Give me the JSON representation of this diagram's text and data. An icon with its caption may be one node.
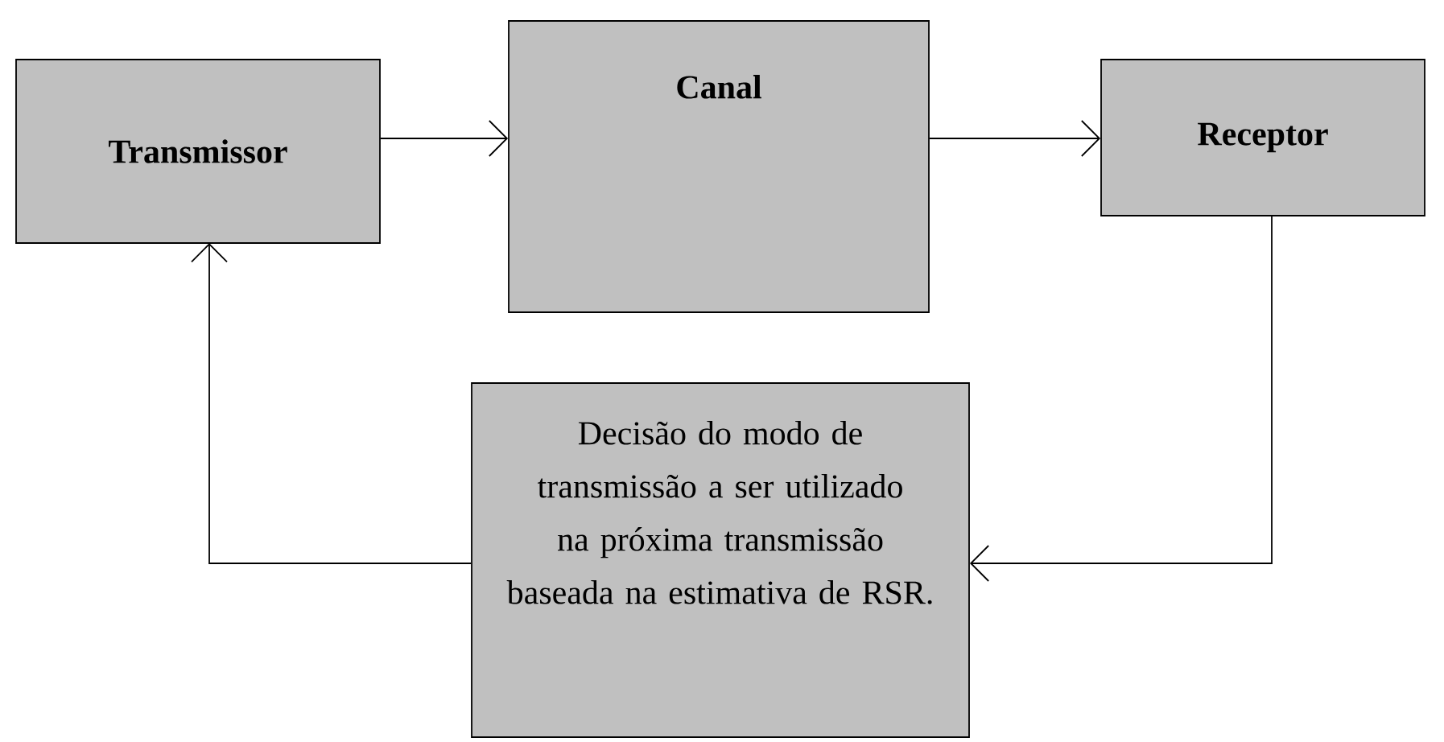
{
  "diagram": {
    "nodes": [
      {
        "text": [
          "Transmissor"
        ]
      },
      {
        "text": [
          "Canal"
        ]
      },
      {
        "text": [
          "Receptor"
        ]
      },
      {
        "text": [
          "Decisão do modo de transmissão a ser utilizado na próxima transmissão baseada na estimativa de RSR."
        ]
      }
    ],
    "edges": [
      {
        "from": 0,
        "to": 1,
        "arrow": "to"
      },
      {
        "from": 1,
        "to": 2,
        "arrow": "to"
      },
      {
        "from": 2,
        "to": 3,
        "arrow": "to"
      },
      {
        "from": 3,
        "to": 0,
        "arrow": "to"
      }
    ]
  }
}
